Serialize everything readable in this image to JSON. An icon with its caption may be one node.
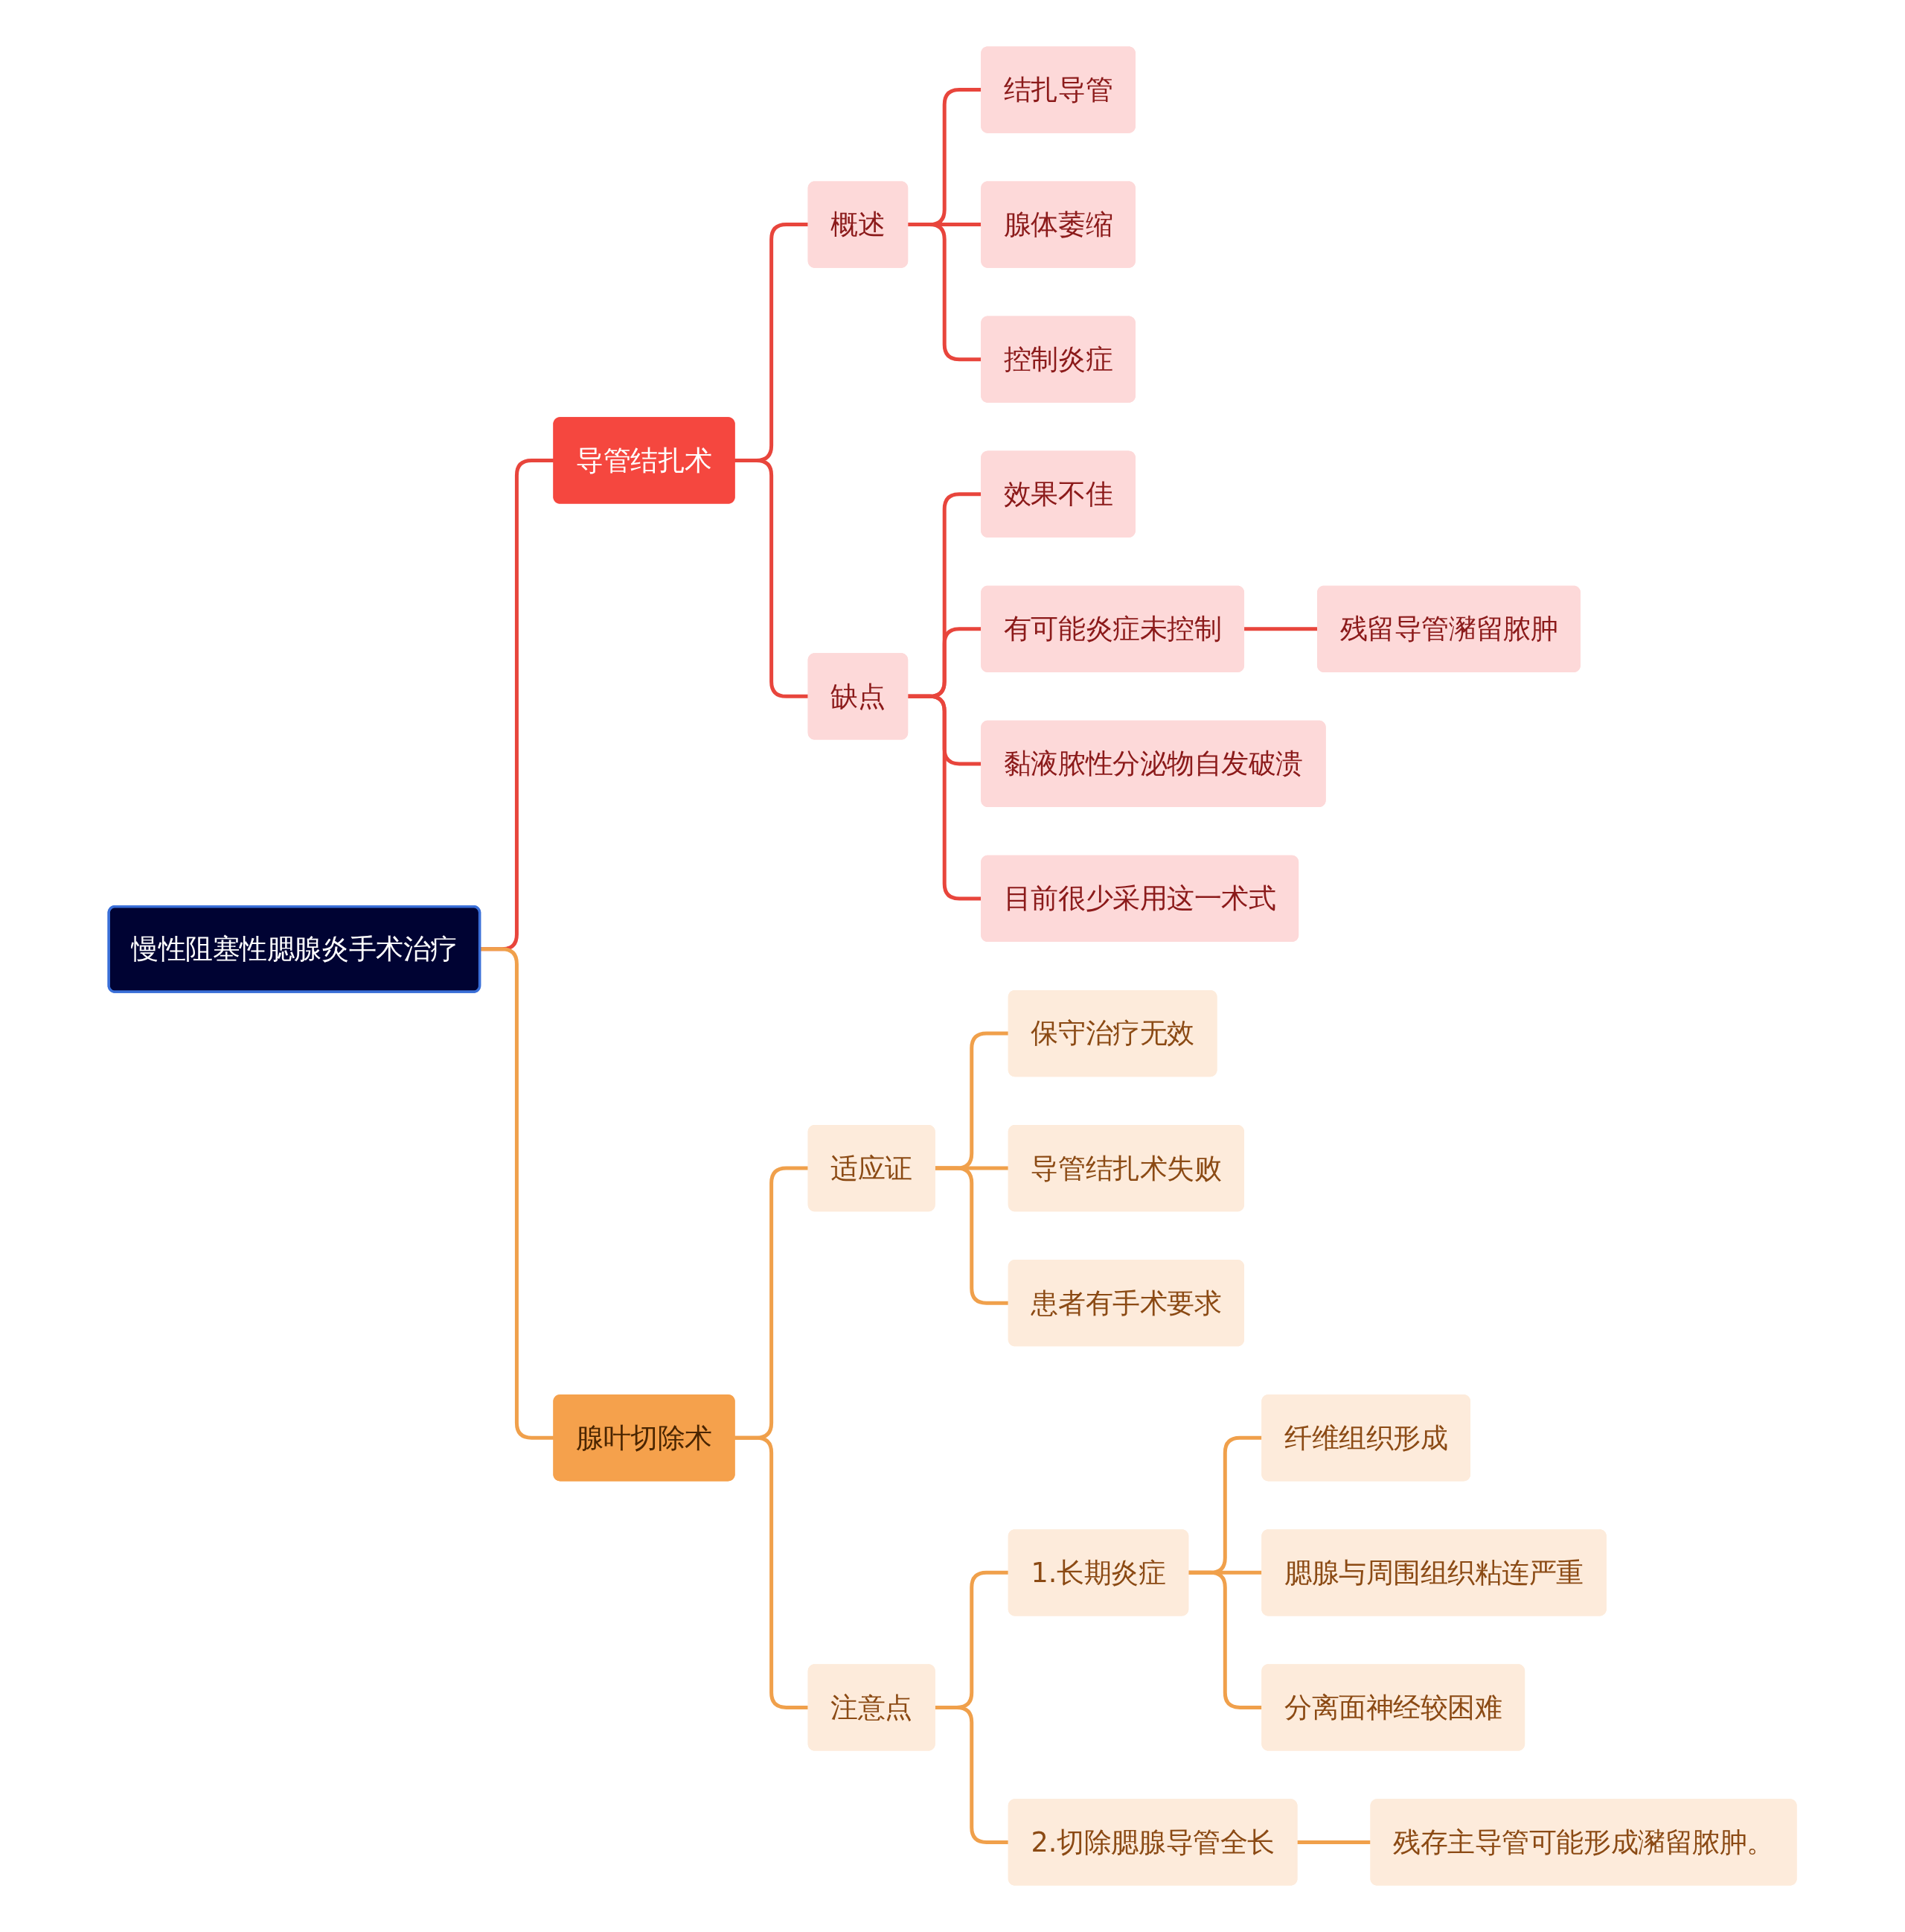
{
  "diagram": {
    "nodes": [
      {
        "text": [
          "慢性阻塞性腮腺炎手术治疗"
        ]
      },
      {
        "text": [
          "导管结扎术"
        ]
      },
      {
        "text": [
          "概述"
        ]
      },
      {
        "text": [
          "结扎导管"
        ]
      },
      {
        "text": [
          "腺体萎缩"
        ]
      },
      {
        "text": [
          "控制炎症"
        ]
      },
      {
        "text": [
          "缺点"
        ]
      },
      {
        "text": [
          "效果不佳"
        ]
      },
      {
        "text": [
          "有可能炎症未控制"
        ]
      },
      {
        "text": [
          "残留导管瀦留脓肿"
        ]
      },
      {
        "text": [
          "黏液脓性分泌物自发破溃"
        ]
      },
      {
        "text": [
          "目前很少采用这一术式"
        ]
      },
      {
        "text": [
          "腺叶切除术"
        ]
      },
      {
        "text": [
          "适应证"
        ]
      },
      {
        "text": [
          "保守治疗无效"
        ]
      },
      {
        "text": [
          "导管结扎术失败"
        ]
      },
      {
        "text": [
          "患者有手术要求"
        ]
      },
      {
        "text": [
          "注意点"
        ]
      },
      {
        "text": [
          "1.长期炎症"
        ]
      },
      {
        "text": [
          "纤维组织形成"
        ]
      },
      {
        "text": [
          "腮腺与周围组织粘连严重"
        ]
      },
      {
        "text": [
          "分离面神经较困难"
        ]
      },
      {
        "text": [
          "2.切除腮腺导管全长"
        ]
      },
      {
        "text": [
          "残存主导管可能形成瀦留脓肿。"
        ]
      }
    ],
    "edges": [
      {
        "from": 0,
        "to": 1,
        "arrow": "none",
        "color": "#e8453c"
      },
      {
        "from": 1,
        "to": 2,
        "arrow": "none",
        "color": "#e8453c"
      },
      {
        "from": 2,
        "to": 3,
        "arrow": "none",
        "color": "#e8453c"
      },
      {
        "from": 2,
        "to": 4,
        "arrow": "none",
        "color": "#e8453c"
      },
      {
        "from": 2,
        "to": 5,
        "arrow": "none",
        "color": "#e8453c"
      },
      {
        "from": 1,
        "to": 6,
        "arrow": "none",
        "color": "#e8453c"
      },
      {
        "from": 6,
        "to": 7,
        "arrow": "none",
        "color": "#e8453c"
      },
      {
        "from": 6,
        "to": 8,
        "arrow": "none",
        "color": "#e8453c"
      },
      {
        "from": 8,
        "to": 9,
        "arrow": "none",
        "color": "#e8453c"
      },
      {
        "from": 6,
        "to": 10,
        "arrow": "none",
        "color": "#e8453c"
      },
      {
        "from": 6,
        "to": 11,
        "arrow": "none",
        "color": "#e8453c"
      },
      {
        "from": 0,
        "to": 12,
        "arrow": "none"
      },
      {
        "from": 12,
        "to": 13,
        "arrow": "none"
      },
      {
        "from": 13,
        "to": 14,
        "arrow": "none"
      },
      {
        "from": 13,
        "to": 15,
        "arrow": "none"
      },
      {
        "from": 13,
        "to": 16,
        "arrow": "none"
      },
      {
        "from": 12,
        "to": 17,
        "arrow": "none"
      },
      {
        "from": 17,
        "to": 18,
        "arrow": "none"
      },
      {
        "from": 18,
        "to": 19,
        "arrow": "none"
      },
      {
        "from": 18,
        "to": 20,
        "arrow": "none"
      },
      {
        "from": 18,
        "to": 21,
        "arrow": "none"
      },
      {
        "from": 17,
        "to": 22,
        "arrow": "none"
      },
      {
        "from": 22,
        "to": 23,
        "arrow": "none"
      }
    ]
  }
}
